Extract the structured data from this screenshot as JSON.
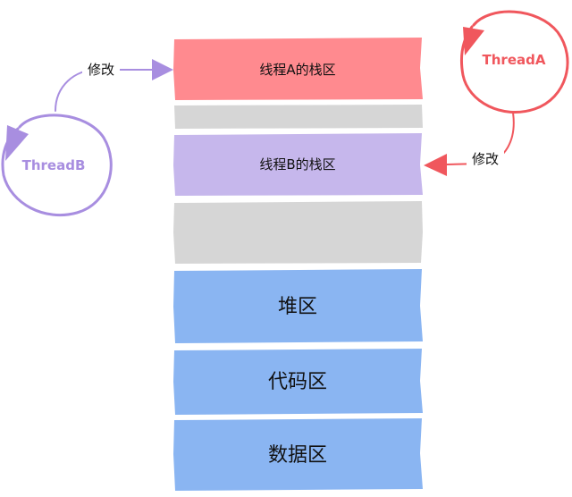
{
  "blocks": [
    {
      "id": "stack-a",
      "label": "线程A的栈区",
      "color": "#FF8A8F"
    },
    {
      "id": "gap-1",
      "label": "",
      "color": "#D6D6D6"
    },
    {
      "id": "stack-b",
      "label": "线程B的栈区",
      "color": "#C6B7EC"
    },
    {
      "id": "gap-2",
      "label": "",
      "color": "#D6D6D6"
    },
    {
      "id": "heap",
      "label": "堆区",
      "color": "#8AB5F2"
    },
    {
      "id": "code",
      "label": "代码区",
      "color": "#8AB5F2"
    },
    {
      "id": "data",
      "label": "数据区",
      "color": "#8AB5F2"
    }
  ],
  "threads": [
    {
      "id": "thread-a",
      "label": "ThreadA",
      "color": "#F0575D"
    },
    {
      "id": "thread-b",
      "label": "ThreadB",
      "color": "#A88EE0"
    }
  ],
  "edges": [
    {
      "from": "thread-b",
      "to": "stack-a",
      "label": "修改",
      "color": "#A88EE0"
    },
    {
      "from": "thread-a",
      "to": "stack-b",
      "label": "修改",
      "color": "#F0575D"
    }
  ]
}
